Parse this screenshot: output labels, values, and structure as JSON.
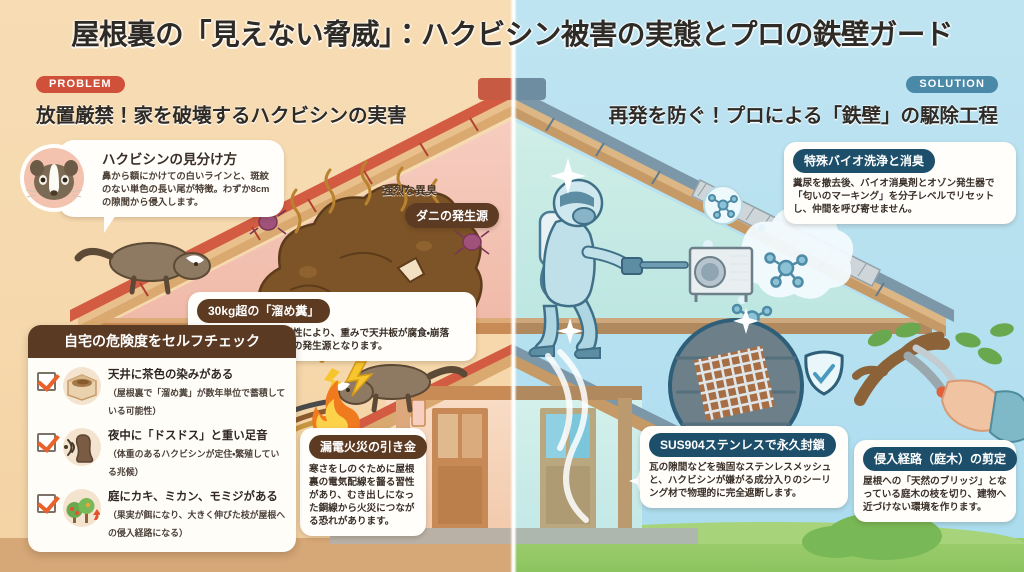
{
  "title": "屋根裏の「見えない脅威」：ハクビシン被害の実態とプロの鉄壁ガード",
  "sections": {
    "problem": {
      "badge": "PROBLEM",
      "heading": "放置厳禁！家を破壊するハクビシンの実害"
    },
    "solution": {
      "badge": "SOLUTION",
      "heading": "再発を防ぐ！プロによる「鉄壁」の駆除工程"
    }
  },
  "identify": {
    "title": "ハクビシンの見分け方",
    "body": "鼻から額にかけての白いラインと、斑紋のない単色の長い尾が特徴。わずか8cmの隙間から侵入します。"
  },
  "labels": {
    "strong_odor": "強烈な異臭",
    "mite_source": "ダニの発生源"
  },
  "callouts": {
    "dung": {
      "title": "30kg超の「溜め糞」",
      "body": "同じ場所に排泄する習性により、重みで天井板が腐食・崩落し、強烈な異臭とダニの発生源となります。"
    },
    "fire": {
      "title": "漏電火災の引き金",
      "body": "寒さをしのぐために屋根裏の電気配線を齧る習性があり、むき出しになった銅線から火災につながる恐れがあります。"
    },
    "bio": {
      "title": "特殊バイオ洗浄と消臭",
      "body": "糞尿を撤去後、バイオ消臭剤とオゾン発生器で「匂いのマーキング」を分子レベルでリセットし、仲間を呼び寄せません。"
    },
    "seal": {
      "title": "SUS904ステンレスで永久封鎖",
      "body": "瓦の隙間などを強固なステンレスメッシュと、ハクビシンが嫌がる成分入りのシーリング材で物理的に完全遮断します。"
    },
    "prune": {
      "title": "侵入経路（庭木）の剪定",
      "body": "屋根への「天然のブリッジ」となっている庭木の枝を切り、建物へ近づけない環境を作ります。"
    }
  },
  "checklist": {
    "heading": "自宅の危険度をセルフチェック",
    "items": [
      {
        "icon": "ceiling-stain-icon",
        "main": "天井に茶色の染みがある",
        "sub": "（屋根裏で「溜め糞」が数年単位で蓄積している可能性）"
      },
      {
        "icon": "footstep-sound-icon",
        "main": "夜中に「ドスドス」と重い足音",
        "sub": "（体重のあるハクビシンが定住・繁殖している兆候）"
      },
      {
        "icon": "garden-tree-icon",
        "main": "庭にカキ、ミカン、モミジがある",
        "sub": "（果実が餌になり、大きく伸びた枝が屋根への侵入経路になる）"
      }
    ]
  },
  "colors": {
    "problem_bg": "#f6d8ac",
    "solution_bg": "#b3dff0",
    "problem_badge": "#d1503a",
    "solution_badge": "#4a89a8",
    "brown_tag": "#5d3a22",
    "navy_tag": "#1d4f6b",
    "check_orange": "#e8622a",
    "ground_left": "#d6a777",
    "ground_right": "#8cc45f"
  }
}
